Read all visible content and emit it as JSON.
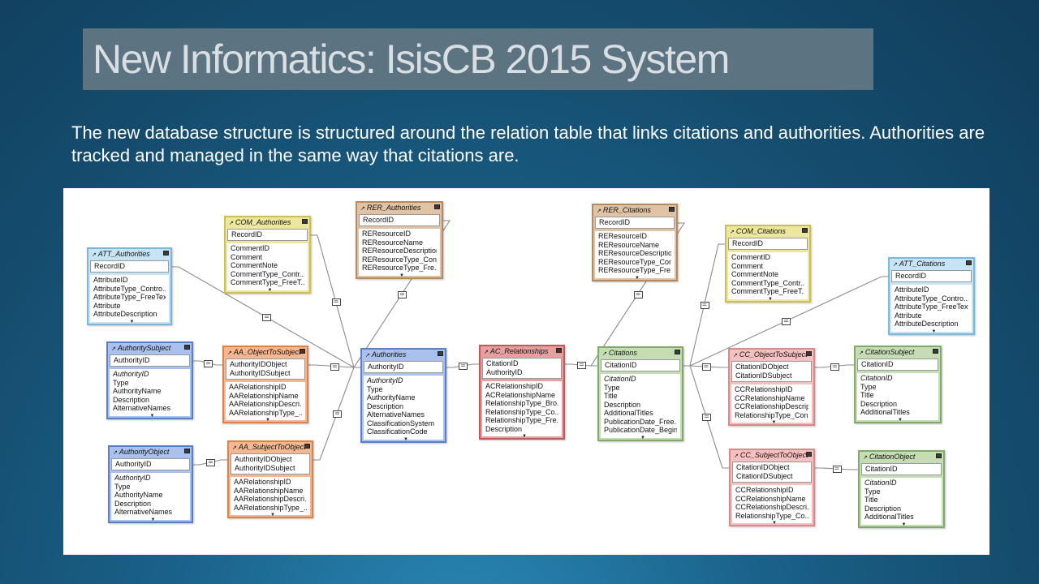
{
  "slide": {
    "title": "New Informatics: IsisCB 2015 System",
    "subtitle": "The new database structure is structured around the relation table that links citations and authorities. Authorities are tracked and managed in the same way that citations are."
  },
  "diagram": {
    "tables": [
      {
        "id": "att_authorities",
        "name": "ATT_Authorities",
        "color": "lblue",
        "keys": [
          "RecordID"
        ],
        "fields": [
          "AttributeID",
          "AttributeType_Contro...",
          "AttributeType_FreeText",
          "Attribute",
          "AttributeDescription"
        ]
      },
      {
        "id": "com_authorities",
        "name": "COM_Authorities",
        "color": "yellow",
        "keys": [
          "RecordID"
        ],
        "fields": [
          "CommentID",
          "Comment",
          "CommentNote",
          "CommentType_Contr...",
          "CommentType_FreeT..."
        ]
      },
      {
        "id": "rer_authorities",
        "name": "RER_Authorities",
        "color": "tan",
        "keys": [
          "RecordID"
        ],
        "fields": [
          "REResourceID",
          "REResourceName",
          "REResourceDescription",
          "REResourceType_Con...",
          "REResourceType_Fre..."
        ]
      },
      {
        "id": "authority_subject",
        "name": "AuthoritySubject",
        "color": "blue",
        "keys": [
          "AuthorityID"
        ],
        "fields": [
          "AuthorityID",
          "Type",
          "AuthorityName",
          "Description",
          "AlternativeNames"
        ]
      },
      {
        "id": "aa_object_to_subject",
        "name": "AA_ObjectToSubject",
        "color": "orange",
        "keys": [
          "AuthorityIDObject",
          "AuthorityIDSubject"
        ],
        "fields": [
          "AARelationshipID",
          "AARelationshipName",
          "AARelationshipDescri...",
          "AARelationshipType_..."
        ]
      },
      {
        "id": "authority_object",
        "name": "AuthorityObject",
        "color": "blue",
        "keys": [
          "AuthorityID"
        ],
        "fields": [
          "AuthorityID",
          "Type",
          "AuthorityName",
          "Description",
          "AlternativeNames"
        ]
      },
      {
        "id": "aa_subject_to_object",
        "name": "AA_SubjectToObject",
        "color": "orange",
        "keys": [
          "AuthorityIDObject",
          "AuthorityIDSubject"
        ],
        "fields": [
          "AARelationshipID",
          "AARelationshipName",
          "AARelationshipDescri...",
          "AARelationshipType_..."
        ]
      },
      {
        "id": "authorities",
        "name": "Authorities",
        "color": "blue",
        "keys": [
          "AuthorityID"
        ],
        "fields": [
          "AuthorityID",
          "Type",
          "AuthorityName",
          "Description",
          "AlternativeNames",
          "ClassificationSystem",
          "ClassificationCode"
        ]
      },
      {
        "id": "ac_relationships",
        "name": "AC_Relationships",
        "color": "red",
        "keys": [
          "CitationID",
          "AuthorityID"
        ],
        "fields": [
          "ACRelationshipID",
          "ACRelationshipName",
          "RelationshipType_Bro...",
          "RelationshipType_Co...",
          "RelationshipType_Fre...",
          "Description"
        ]
      },
      {
        "id": "rer_citations",
        "name": "RER_Citations",
        "color": "tan",
        "keys": [
          "RecordID"
        ],
        "fields": [
          "REResourceID",
          "REResourceName",
          "REResourceDescription",
          "REResourceType_Con...",
          "REResourceType_Fre..."
        ]
      },
      {
        "id": "citations",
        "name": "Citations",
        "color": "green",
        "keys": [
          "CitationID"
        ],
        "fields": [
          "CitationID",
          "Type",
          "Title",
          "Description",
          "AdditionalTitles",
          "PublicationDate_Free...",
          "PublicationDate_Begin"
        ]
      },
      {
        "id": "com_citations",
        "name": "COM_Citations",
        "color": "yellow",
        "keys": [
          "RecordID"
        ],
        "fields": [
          "CommentID",
          "Comment",
          "CommentNote",
          "CommentType_Contr...",
          "CommentType_FreeT..."
        ]
      },
      {
        "id": "att_citations",
        "name": "ATT_Citations",
        "color": "lblue",
        "keys": [
          "RecordID"
        ],
        "fields": [
          "AttributeID",
          "AttributeType_Contro...",
          "AttributeType_FreeText",
          "Attribute",
          "AttributeDescription"
        ]
      },
      {
        "id": "cc_object_to_subject",
        "name": "CC_ObjectToSubject",
        "color": "pink",
        "keys": [
          "CitationIDObject",
          "CitationIDSubject"
        ],
        "fields": [
          "CCRelationshipID",
          "CCRelationshipName",
          "CCRelationshipDescrip...",
          "RelationshipType_Con..."
        ]
      },
      {
        "id": "citation_subject",
        "name": "CitationSubject",
        "color": "green",
        "keys": [
          "CitationID"
        ],
        "fields": [
          "CitationID",
          "Type",
          "Title",
          "Description",
          "AdditionalTitles"
        ]
      },
      {
        "id": "cc_subject_to_object",
        "name": "CC_SubjectToObject",
        "color": "pink",
        "keys": [
          "CitationIDObject",
          "CitationIDSubject"
        ],
        "fields": [
          "CCRelationshipID",
          "CCRelationshipName",
          "CCRelationshipDescri...",
          "RelationshipType_Co..."
        ]
      },
      {
        "id": "citation_object",
        "name": "CitationObject",
        "color": "green",
        "keys": [
          "CitationID"
        ],
        "fields": [
          "CitationID",
          "Type",
          "Title",
          "Description",
          "AdditionalTitles"
        ]
      }
    ],
    "relationships": [
      [
        "att_authorities",
        "authorities"
      ],
      [
        "com_authorities",
        "authorities"
      ],
      [
        "rer_authorities",
        "authorities"
      ],
      [
        "authority_subject",
        "aa_object_to_subject"
      ],
      [
        "aa_object_to_subject",
        "authorities"
      ],
      [
        "authority_object",
        "aa_subject_to_object"
      ],
      [
        "aa_subject_to_object",
        "authorities"
      ],
      [
        "authorities",
        "ac_relationships"
      ],
      [
        "ac_relationships",
        "citations"
      ],
      [
        "rer_citations",
        "citations"
      ],
      [
        "com_citations",
        "citations"
      ],
      [
        "att_citations",
        "citations"
      ],
      [
        "citations",
        "cc_object_to_subject"
      ],
      [
        "cc_object_to_subject",
        "citation_subject"
      ],
      [
        "citations",
        "cc_subject_to_object"
      ],
      [
        "cc_subject_to_object",
        "citation_object"
      ]
    ]
  }
}
